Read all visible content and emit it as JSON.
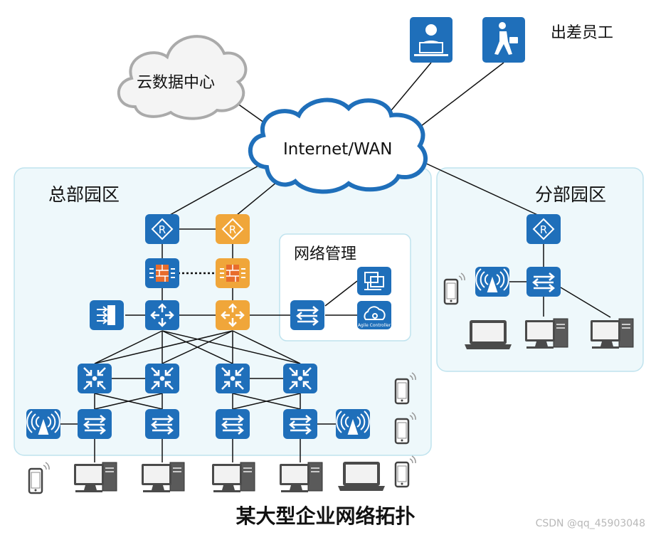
{
  "labels": {
    "cloud_dc": "云数据中心",
    "internet": "Internet/WAN",
    "traveling_staff": "出差员工",
    "hq_campus": "总部园区",
    "branch_campus": "分部园区",
    "network_mgmt": "网络管理",
    "title": "某大型企业网络拓扑",
    "watermark": "CSDN @qq_45903048"
  },
  "colors": {
    "device_blue": "#1f6fba",
    "device_orange": "#f0a63a",
    "zone_fill": "#eef8fb",
    "zone_border": "#bfe3ee",
    "cloud_fill": "#f4f4f4",
    "cloud_border": "#aaaaaa",
    "line": "#111111"
  }
}
